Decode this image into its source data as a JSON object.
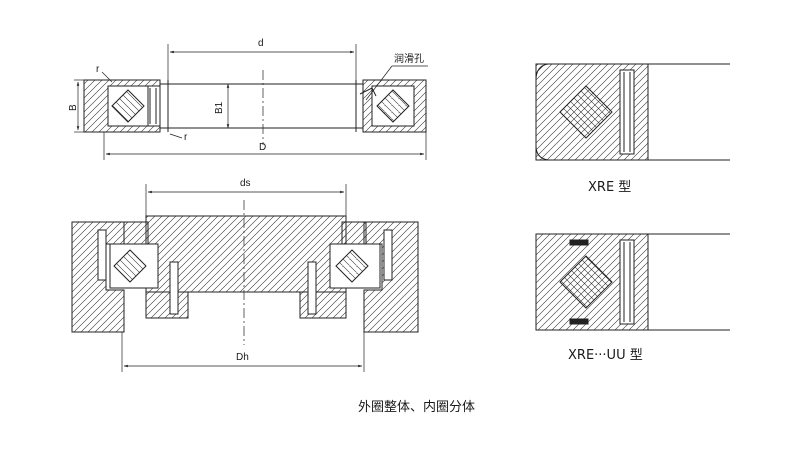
{
  "labels": {
    "d": "d",
    "B": "B",
    "B1": "B1",
    "D": "D",
    "r_top": "r",
    "r_bottom": "r",
    "lube_hole": "润滑孔",
    "ds": "ds",
    "Dh": "Dh"
  },
  "captions": {
    "xre": "XRE 型",
    "xre_uu": "XRE···UU 型",
    "main": "外圈整体、内圈分体"
  }
}
